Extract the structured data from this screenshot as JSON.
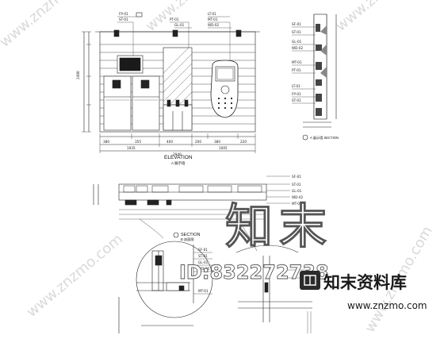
{
  "elevation": {
    "title": "ELEVATION",
    "subtitle": "A 展示墙"
  },
  "side_section": {
    "title": "A 展示墙 SECTION"
  },
  "section": {
    "title": "SECTION",
    "subtitle": "B 剖面图"
  },
  "watermark": {
    "brand_big": "知末",
    "id_text": "ID:832272738",
    "site_name": "知末资料库",
    "url": "www.znzmo.com",
    "diag_url": "www.znzmo.com"
  }
}
